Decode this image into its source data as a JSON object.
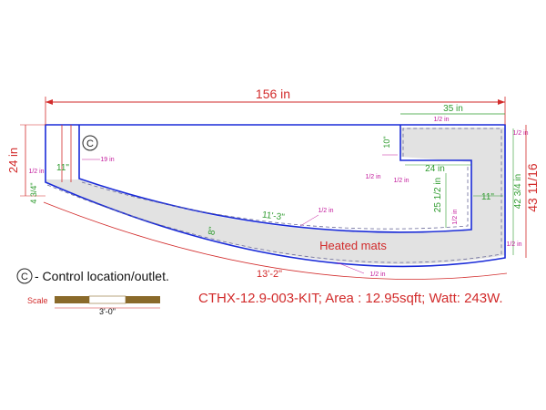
{
  "colors": {
    "outline": "#1a2bd8",
    "mat_fill": "#e2e2e2",
    "dimension_red": "#d22b2b",
    "dimension_green": "#2e9b2e",
    "note_magenta": "#c2189b",
    "scale_dark": "#8a6a2a"
  },
  "dimensions": {
    "overall_width": "156 in",
    "overall_height_left": "24 in",
    "overall_height_right": "43 11/16",
    "top_right_width": "35 in",
    "inner_step": "24 in",
    "left_inset": "11\"",
    "notch_height": "10\"",
    "left_lower_height": "4 3/4\"",
    "inner_depth": "25 1/2 in",
    "right_depth": "42 3/4 in",
    "right_leg_width": "11\"",
    "inner_arc_length": "11'-3\"",
    "mat_width": "8\"",
    "outer_arc_length": "13'-2\"",
    "control_offset": "19 in"
  },
  "notes": {
    "gap": "1/2 in"
  },
  "labels": {
    "control_symbol": "C",
    "heated_mats": "Heated mats",
    "legend_text": "- Control location/outlet.",
    "scale_label": "Scale",
    "scale_length": "3'-0\"",
    "summary": "CTHX-12.9-003-KIT; Area : 12.95sqft; Watt: 243W."
  }
}
